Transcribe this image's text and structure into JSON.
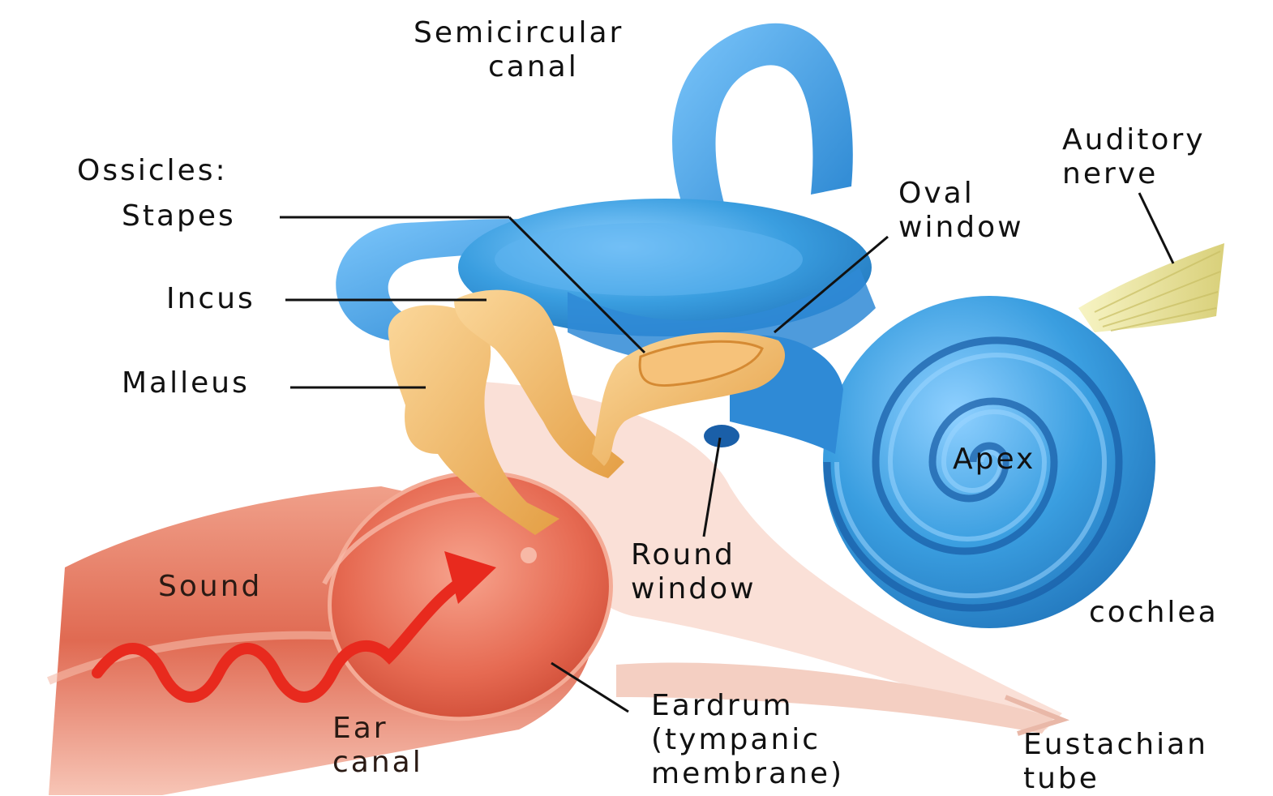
{
  "labels": {
    "semicircular_canal": [
      "Semicircular",
      "canal"
    ],
    "ossicles_heading": "Ossicles:",
    "stapes": "Stapes",
    "incus": "Incus",
    "malleus": "Malleus",
    "oval_window": [
      "Oval",
      "window"
    ],
    "auditory_nerve": [
      "Auditory",
      "nerve"
    ],
    "apex": "Apex",
    "round_window": [
      "Round",
      "window"
    ],
    "cochlea": "cochlea",
    "sound": "Sound",
    "ear_canal": [
      "Ear",
      "canal"
    ],
    "eardrum": [
      "Eardrum",
      "(tympanic",
      "membrane)"
    ],
    "eustachian_tube": [
      "Eustachian",
      "tube"
    ]
  },
  "colors": {
    "inner_ear_blue": "#3a9ee0",
    "ossicle_orange": "#f2b866",
    "ear_canal_red": "#e66a52",
    "nerve_yellow": "#ece7a4",
    "sound_wave": "#e82a1e",
    "tube_pink": "#f7d9cf"
  }
}
